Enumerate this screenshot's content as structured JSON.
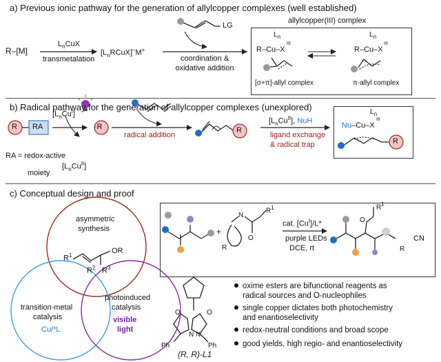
{
  "section_a": {
    "title": "a) Previous ionic pathway for the generation of allylcopper complexes (well established)",
    "reagent_left": "R–[M]",
    "step1_top": "L",
    "step1_top_sub": "n",
    "step1_top_rest": "CuX",
    "step1_bottom": "transmetalation",
    "intermediate_main": "[L",
    "intermediate_sub": "n",
    "intermediate_rest": "RCuX]",
    "intermediate_sup": "–",
    "intermediate_end": "M",
    "intermediate_end_sup": "+",
    "leaving_group": "LG",
    "step2_line1": "coordination &",
    "step2_line2": "oxidative addition",
    "box_title": "allylcopper(III) complex",
    "complex1_label": "[σ+π]-allyl complex",
    "complex2_label": "π-allyl complex",
    "cu": "Cu",
    "x": "X",
    "r": "R",
    "ln": "L",
    "ln_sub": "n",
    "iii": "III"
  },
  "section_b": {
    "title": "b) Radical pathway for the generation of allylcopper complexes (unexplored)",
    "r_label": "R",
    "ra_label": "RA",
    "cat_top": "[L",
    "cat_top_sub": "n",
    "cat_top_rest": "Cu",
    "cat_top_sup": "I",
    "cat_top_end": "]",
    "cat_bottom": "[L",
    "cat_bottom_sub": "n",
    "cat_bottom_rest": "Cu",
    "cat_bottom_sup": "II",
    "cat_bottom_end": "]",
    "ra_def_line1": "RA = redox-active",
    "ra_def_line2": "moiety",
    "radical_r": "·R",
    "radical_addition": "radical addition",
    "step_top_main": "[L",
    "step_top_sub": "n",
    "step_top_rest": "Cu",
    "step_top_sup": "II",
    "step_top_end": "], ",
    "step_top_nuh": "NuH",
    "step_bottom_line1": "ligand exchange",
    "step_bottom_line2": "& radical trap",
    "product_nu": "Nu",
    "product_cu": "Cu",
    "product_x": "X",
    "product_r": "R",
    "ln": "L",
    "ln_sub": "n",
    "iii": "III"
  },
  "section_c": {
    "title": "c) Conceptual design and proof",
    "venn_top_line1": "asymmetric",
    "venn_top_line2": "synthesis",
    "venn_r1": "R",
    "venn_r1_sup": "1",
    "venn_or": "OR",
    "venn_r2": "R",
    "venn_r2_sup": "2",
    "venn_r3": "R",
    "venn_r3_sup": "3",
    "venn_left_line1": "transition-metal",
    "venn_left_line2": "catalysis",
    "venn_left_line3": "Cu/*L",
    "venn_right_line1": "photoinduced",
    "venn_right_line2": "catalysis",
    "venn_right_line3": "visible",
    "venn_right_line4": "light",
    "ligand_label": "(R, R)-L1",
    "ligand_ph": "Ph",
    "ligand_o": "O",
    "ligand_n": "N",
    "scheme_plus": "+",
    "scheme_n": "N",
    "scheme_o": "O",
    "scheme_r1": "R",
    "scheme_r1_sup": "1",
    "scheme_r": "R",
    "scheme_cond_main": "cat. [Cu",
    "scheme_cond_sup": "I",
    "scheme_cond_rest": "]/L*",
    "scheme_cond2": "purple LEDs",
    "scheme_cond3": "DCE, rt",
    "prod_r1": "R",
    "prod_r1_sup": "1",
    "prod_o": "O",
    "prod_r": "R",
    "prod_cn": "CN",
    "bullets": [
      "oxime esters are bifunctional reagents as",
      "radical sources and O-nucleophiles",
      "single copper dictates both photochemistry",
      "and enantioselectivity",
      "redox-neutral conditions and broad scope",
      "good yields, high regio- and enantioselectivity"
    ]
  },
  "colors": {
    "red_circle": "#9b2a1c",
    "blue_circle": "#3aa0e0",
    "purple_circle": "#8a2aa0",
    "r_node_fill": "#f2c4c4",
    "ra_node_fill": "#c9ddf3",
    "blue_ball": "#1f6fc8",
    "grey_ball": "#9a9a9a",
    "orange_ball": "#f0a050",
    "purple_ball": "#9c7fc8"
  }
}
